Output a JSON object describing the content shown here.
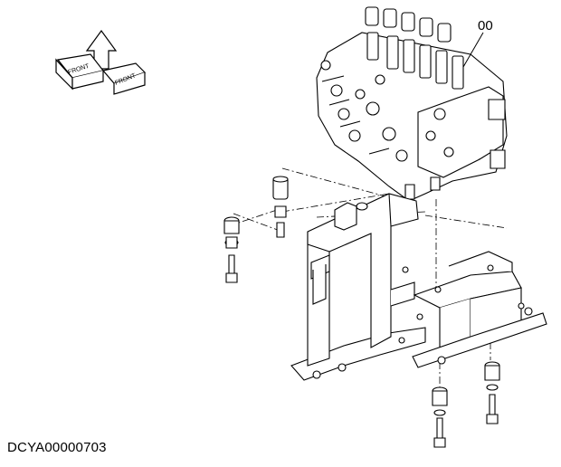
{
  "diagram": {
    "part_callout": "00",
    "drawing_code": "DCYA00000703",
    "orientation_marks": [
      "FRONT",
      "FRONT"
    ]
  }
}
